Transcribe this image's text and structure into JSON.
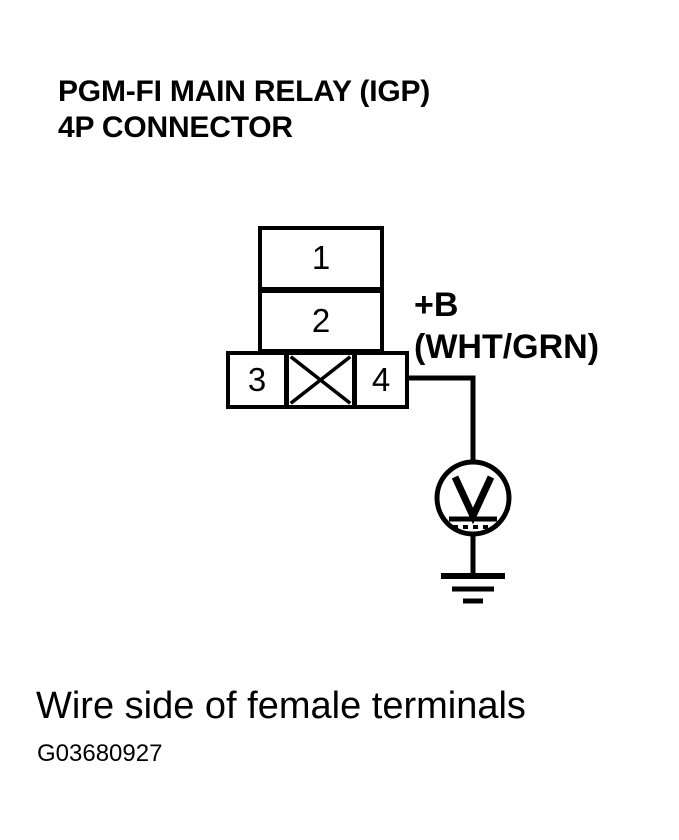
{
  "figure": {
    "title_lines": [
      "PGM-FI MAIN RELAY (IGP)",
      "4P CONNECTOR"
    ],
    "caption": "Wire side of female terminals",
    "figure_id": "G03680927",
    "ink_color": "#000000",
    "background_color": "#ffffff"
  },
  "connector": {
    "pin_count": "4P",
    "top_row": [
      {
        "pin": "1"
      },
      {
        "pin": "2"
      }
    ],
    "bottom_row": [
      {
        "pin": "3"
      },
      {
        "pin": "",
        "blank_marker": "x-cross"
      },
      {
        "pin": "4"
      }
    ]
  },
  "wire": {
    "signal_label": "+B",
    "color_code": "(WHT/GRN)",
    "source_pin": "4"
  },
  "instrument": {
    "type": "voltmeter",
    "symbol": "V",
    "measurement": "dc",
    "terminal": "ground"
  }
}
